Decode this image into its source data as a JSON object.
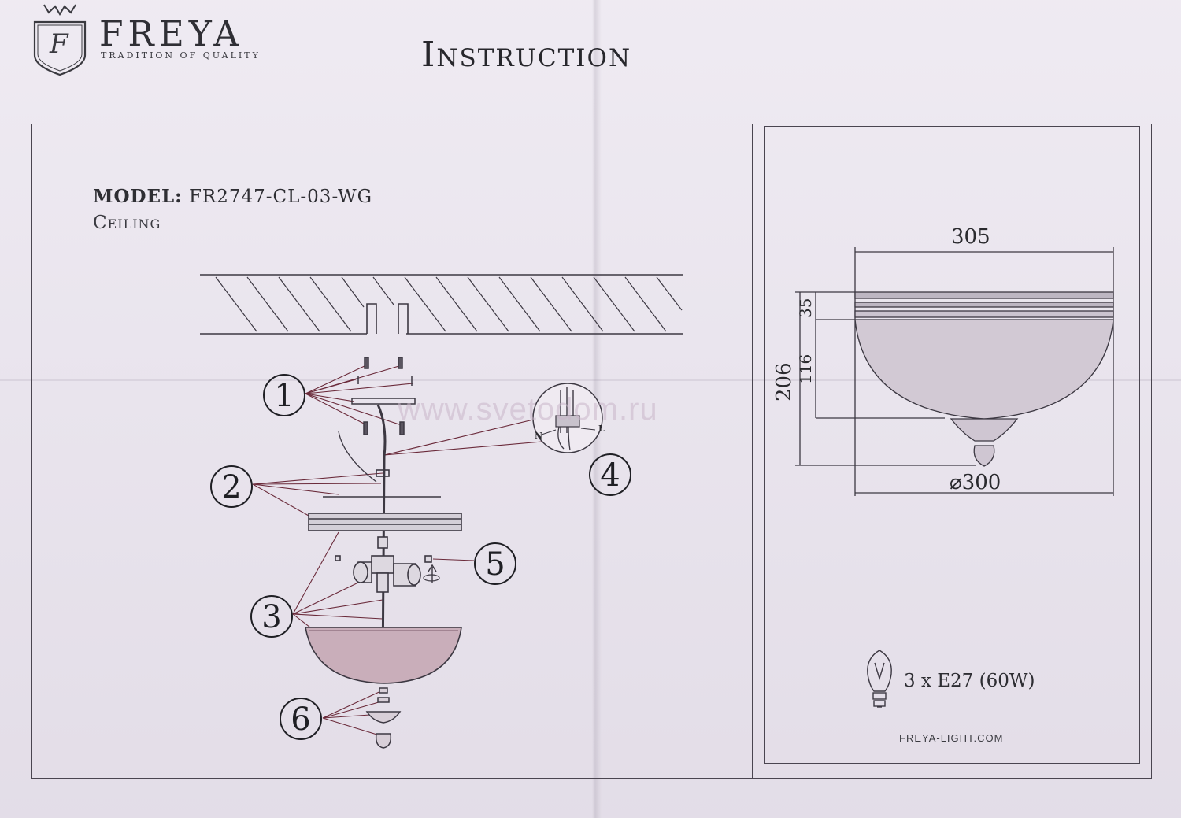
{
  "brand": {
    "name": "FREYA",
    "tagline": "TRADITION OF QUALITY",
    "monogram": "F"
  },
  "title": "Instruction",
  "model": {
    "label": "MODEL:",
    "value": "FR2747-CL-03-WG",
    "type": "Ceiling"
  },
  "steps": [
    "1",
    "2",
    "3",
    "4",
    "5",
    "6"
  ],
  "wiring": {
    "n": "N",
    "l": "L"
  },
  "dimensions": {
    "width": "305",
    "height_total": "206",
    "top_band": "35",
    "bowl": "116",
    "diameter": "⌀300"
  },
  "bulb": {
    "text": "3 x E27 (60W)",
    "icon": "light-bulb-icon"
  },
  "website": "FREYA-LIGHT.COM",
  "watermark": "www.svetodom.ru"
}
